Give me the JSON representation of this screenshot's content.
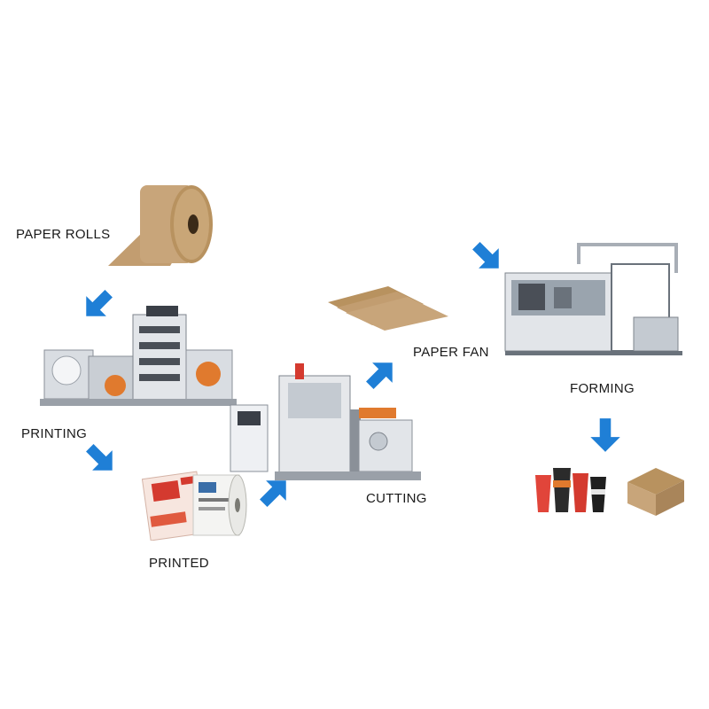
{
  "colors": {
    "arrow": "#1f7fd6",
    "kraft": "#c8a57a",
    "kraft_dark": "#a9855a",
    "machine_grey": "#d9dde2",
    "machine_dark": "#4a4f57",
    "accent_orange": "#e07a2e"
  },
  "steps": [
    {
      "id": "paper-rolls",
      "label": "PAPER ROLLS"
    },
    {
      "id": "printing",
      "label": "PRINTING"
    },
    {
      "id": "printed",
      "label": "PRINTED"
    },
    {
      "id": "cutting",
      "label": "CUTTING"
    },
    {
      "id": "paper-fan",
      "label": "PAPER FAN"
    },
    {
      "id": "forming",
      "label": "FORMING"
    }
  ],
  "icons": {
    "arrow": "arrow-icon"
  }
}
